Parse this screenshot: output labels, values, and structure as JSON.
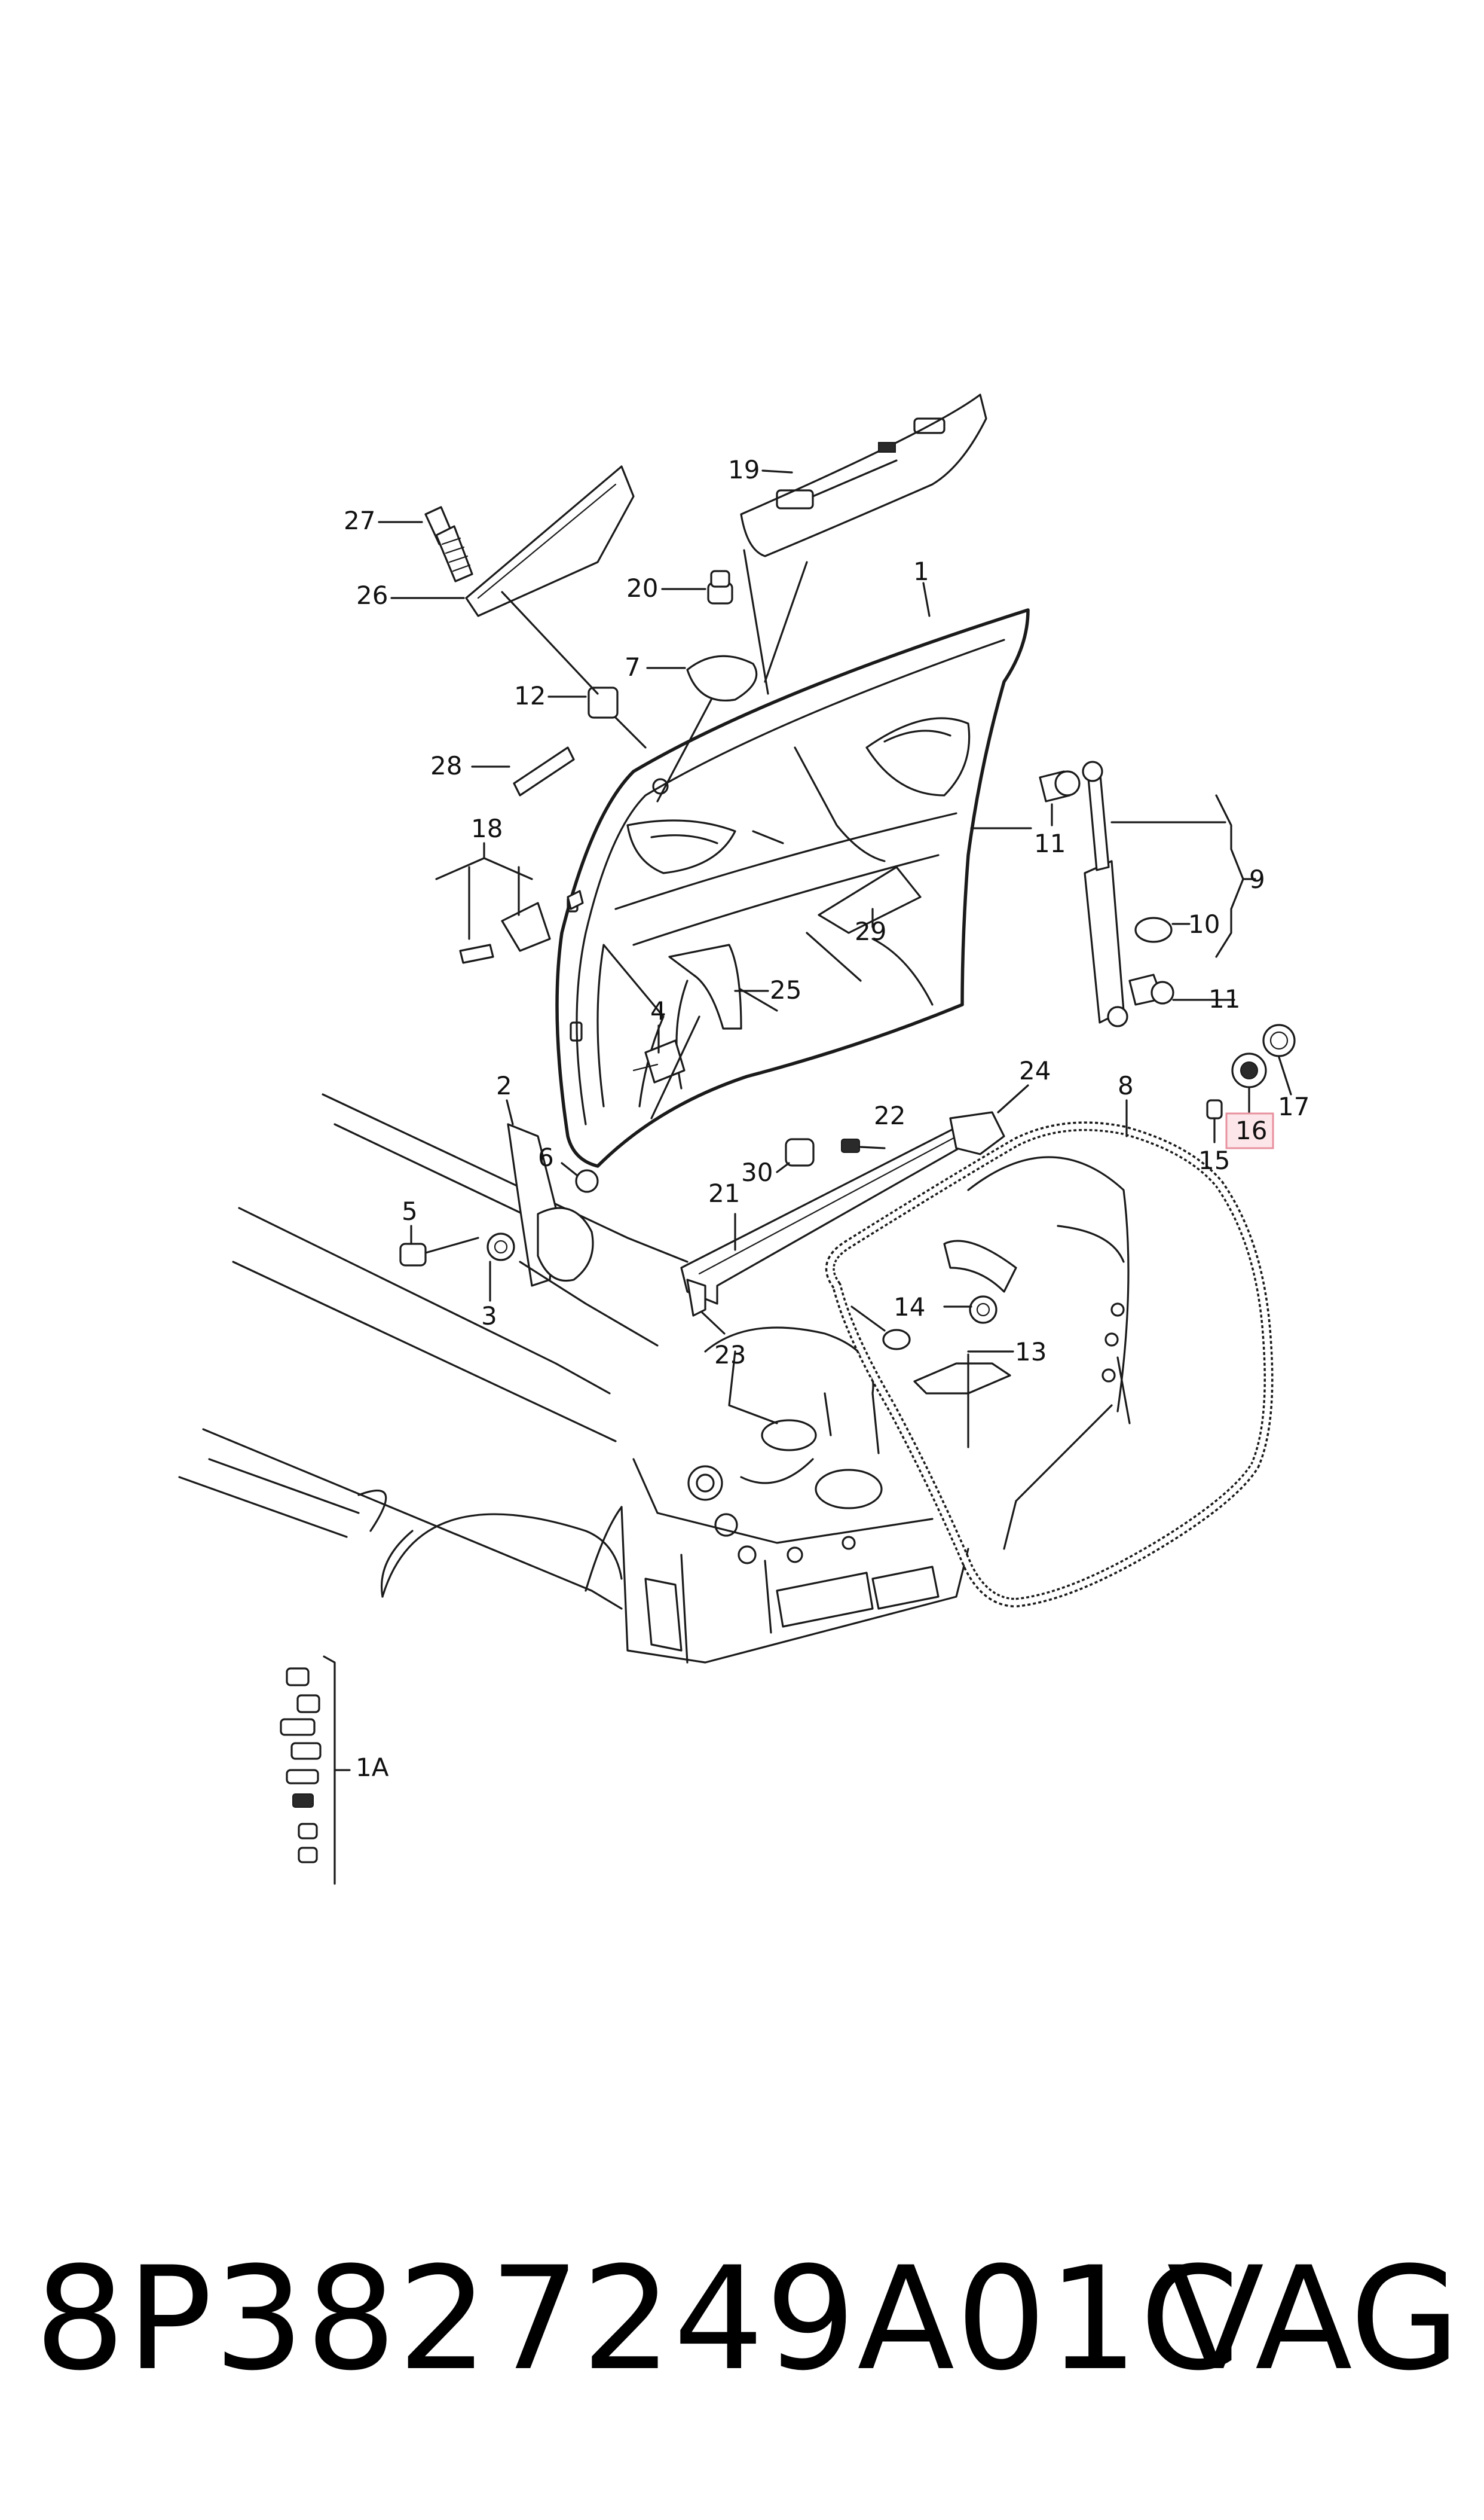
{
  "callouts": {
    "c1": "1",
    "c1a": "1A",
    "c2": "2",
    "c3": "3",
    "c4": "4",
    "c5": "5",
    "c6": "6",
    "c7": "7",
    "c8": "8",
    "c9": "9",
    "c10": "10",
    "c11a": "11",
    "c11b": "11",
    "c12": "12",
    "c13": "13",
    "c14": "14",
    "c15": "15",
    "c16": "16",
    "c17": "17",
    "c18": "18",
    "c19": "19",
    "c20": "20",
    "c21": "21",
    "c22": "22",
    "c23": "23",
    "c24": "24",
    "c25": "25",
    "c26": "26",
    "c27": "27",
    "c28": "28",
    "c29": "29",
    "c30": "30"
  },
  "highlighted_callout": "16",
  "highlight_color": "#e8919f",
  "footer": {
    "part_number": "8P3827249A01C",
    "brand": "VAG"
  }
}
